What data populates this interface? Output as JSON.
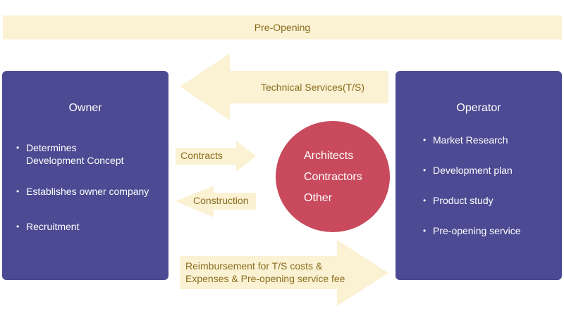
{
  "banner": {
    "label": "Pre-Opening"
  },
  "owner": {
    "title": "Owner",
    "items": [
      {
        "line1": "Determines",
        "line2": "Development Concept"
      },
      {
        "line1": "Establishes owner company"
      },
      {
        "line1": "Recruitment"
      }
    ]
  },
  "operator": {
    "title": "Operator",
    "items": [
      {
        "line1": "Market Research"
      },
      {
        "line1": "Development plan"
      },
      {
        "line1": "Product study"
      },
      {
        "line1": "Pre-opening service"
      }
    ]
  },
  "arrows": {
    "technical_services": "Technical Services(T/S)",
    "contracts": "Contracts",
    "construction": "Construction",
    "reimbursement_line1": "Reimbursement for T/S costs &",
    "reimbursement_line2": "Expenses & Pre-opening service fee"
  },
  "center": {
    "lines": [
      "Architects",
      "Contractors",
      "Other"
    ]
  },
  "colors": {
    "box": "#4b4a92",
    "arrow_fill": "#fbf1d3",
    "arrow_text": "#8a6d1c",
    "circle": "#c84a5c"
  }
}
